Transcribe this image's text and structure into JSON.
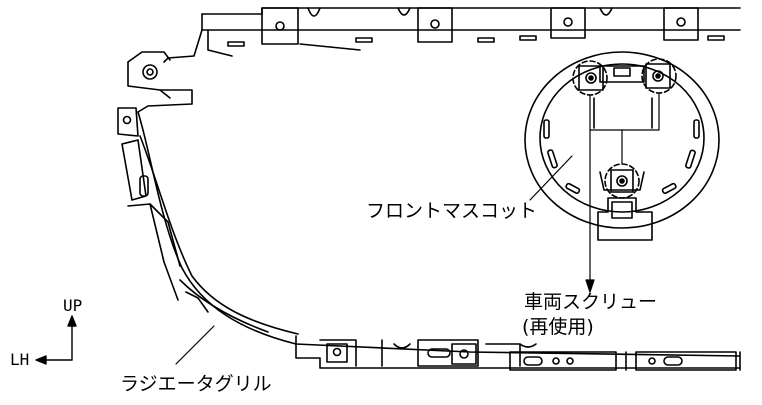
{
  "labels": {
    "front_mascot": "フロントマスコット",
    "screw_line1": "車両スクリュー",
    "screw_line2": "(再使用)",
    "radiator_grille": "ラジエータグリル",
    "up": "UP",
    "lh": "LH"
  },
  "colors": {
    "stroke": "#000000",
    "background": "#ffffff"
  }
}
